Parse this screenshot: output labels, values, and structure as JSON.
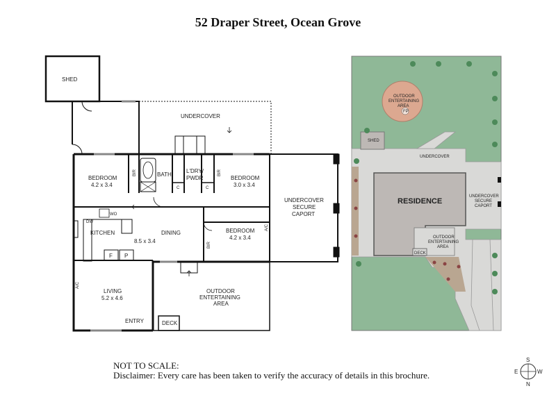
{
  "title": "52 Draper Street, Ocean Grove",
  "floorplan": {
    "shed": "SHED",
    "undercover": "UNDERCOVER",
    "bedroom_w": "BEDROOM",
    "bedroom_w_dim": "4.2 x 3.4",
    "bir": "BIR",
    "bath": "BATH",
    "ldry": "L'DRY/",
    "pwdr": "PWDR",
    "bedroom_e": "BEDROOM",
    "bedroom_e_dim": "3.0 x 3.4",
    "c": "C",
    "kitchen": "KITCHEN",
    "wo": "WO",
    "dw": "DW",
    "dining": "DINING",
    "dining_dim": "8.5 x 3.4",
    "f": "F",
    "p": "P",
    "bedroom_s": "BEDROOM",
    "bedroom_s_dim": "4.2 x 3.4",
    "ac": "A/C",
    "living": "LIVING",
    "living_dim": "5.2 x 4.6",
    "entry": "ENTRY",
    "deck": "DECK",
    "outdoor1": "OUTDOOR",
    "outdoor2": "ENTERTAINING",
    "outdoor3": "AREA",
    "caport1": "UNDERCOVER",
    "caport2": "SECURE",
    "caport3": "CAPORT"
  },
  "siteplan": {
    "outdoor1": "OUTDOOR",
    "outdoor2": "ENTERTAINING",
    "outdoor3": "AREA",
    "fp": "FP",
    "shed": "SHED",
    "undercover": "UNDERCOVER",
    "residence": "RESIDENCE",
    "caport1": "UNDERCOVER",
    "caport2": "SECURE",
    "caport3": "CAPORT",
    "outdoor_b1": "OUTDOOR",
    "outdoor_b2": "ENTERTAINING",
    "outdoor_b3": "AREA",
    "deck": "DECK",
    "colors": {
      "lawn": "#8fb897",
      "paving": "#d9d9d7",
      "residence": "#bdb8b5",
      "entertaining": "#dca890"
    }
  },
  "compass": {
    "n": "N",
    "s": "S",
    "e": "E",
    "w": "W"
  },
  "notes": {
    "scale": "NOT TO SCALE:",
    "disclaimer": "Disclaimer: Every care has been taken to verify the accuracy of details in this brochure."
  }
}
